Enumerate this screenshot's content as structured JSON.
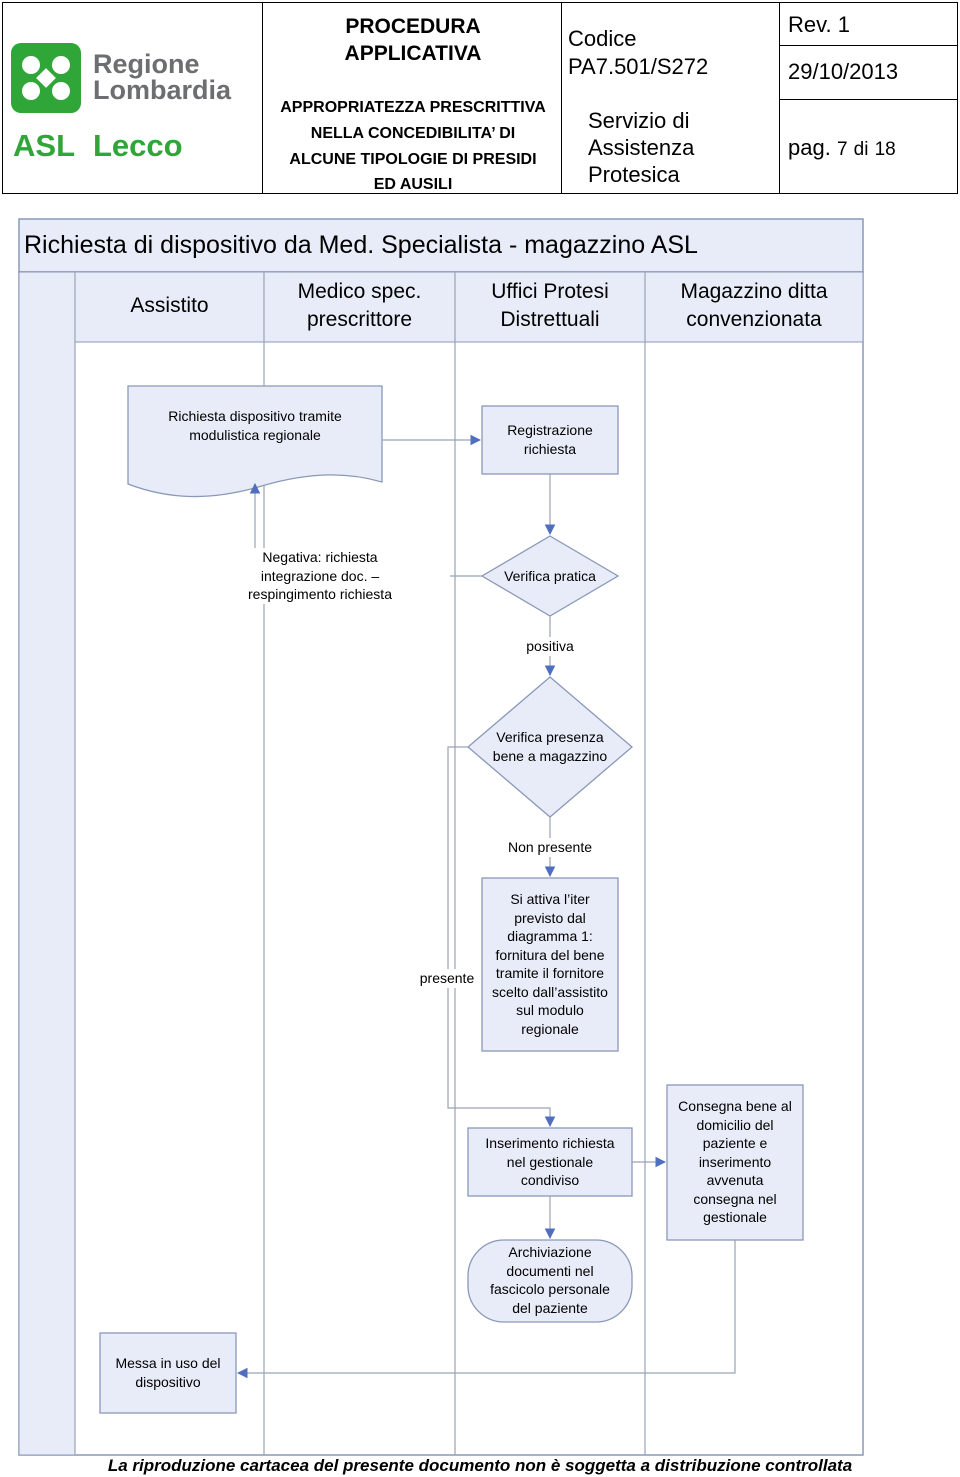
{
  "header": {
    "logo_region_line1": "Regione",
    "logo_region_line2": "Lombardia",
    "logo_asl": "ASL",
    "logo_city": "Lecco",
    "procedure_type_line1": "PROCEDURA",
    "procedure_type_line2": "APPLICATIVA",
    "procedure_title": [
      "APPROPRIATEZZA PRESCRITTIVA",
      "NELLA CONCEDIBILITA’ DI",
      "ALCUNE TIPOLOGIE DI PRESIDI",
      "ED AUSILI"
    ],
    "code_label": "Codice",
    "code_value": "PA7.501/S272",
    "service": [
      "Servizio di",
      "Assistenza",
      "Protesica"
    ],
    "revision": "Rev. 1",
    "date": "29/10/2013",
    "page_label": "pag.",
    "page_current": "7",
    "page_of": "di",
    "page_total": "18"
  },
  "diagram": {
    "title": "Richiesta di dispositivo da Med. Specialista - magazzino ASL",
    "lanes": [
      {
        "line1": "Assistito",
        "line2": ""
      },
      {
        "line1": "Medico spec.",
        "line2": "prescrittore"
      },
      {
        "line1": "Uffici Protesi",
        "line2": "Distrettuali"
      },
      {
        "line1": "Magazzino ditta",
        "line2": "convenzionata"
      }
    ],
    "nodes": {
      "request_doc": [
        "Richiesta dispositivo tramite",
        "modulistica regionale"
      ],
      "registration": [
        "Registrazione",
        "richiesta"
      ],
      "negative": [
        "Negativa: richiesta",
        "integrazione doc. –",
        "respingimento richiesta"
      ],
      "verify_practice": [
        "Verifica pratica"
      ],
      "positive_label": "positiva",
      "verify_stock": [
        "Verifica presenza",
        "bene a magazzino"
      ],
      "not_present_label": "Non presente",
      "iter": [
        "Si attiva l’iter",
        "previsto dal",
        "diagramma 1:",
        "fornitura del bene",
        "tramite il fornitore",
        "scelto dall’assistito",
        "sul modulo",
        "regionale"
      ],
      "present_label": "presente",
      "insert_request": [
        "Inserimento richiesta",
        "nel gestionale",
        "condiviso"
      ],
      "deliver": [
        "Consegna bene al",
        "domicilio del",
        "paziente e",
        "inserimento",
        "avvenuta",
        "consegna nel",
        "gestionale"
      ],
      "archive": [
        "Archiviazione",
        "documenti nel",
        "fascicolo personale",
        "del paziente"
      ],
      "in_use": [
        "Messa in uso del",
        "dispositivo"
      ]
    }
  },
  "footer": {
    "notice": "La riproduzione cartacea del presente documento non è soggetta a distribuzione controllata"
  },
  "colors": {
    "shape_fill": "#e8ecf8",
    "shape_border": "#8a98b8",
    "arrow": "#4f6fbe",
    "lane_fill": "#e8ecf8",
    "logo_green": "#2fa637",
    "logo_gray": "#6d6e71"
  }
}
